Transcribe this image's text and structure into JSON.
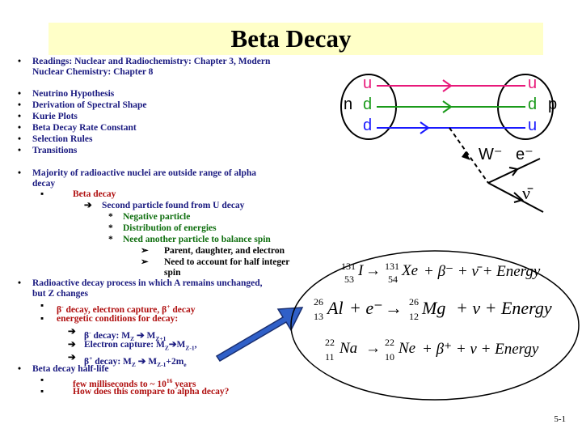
{
  "slide": {
    "title": "Beta Decay",
    "page_number": "5-1"
  },
  "bullets": {
    "b1": "Readings:  Nuclear and Radiochemistry:  Chapter 3, Modern",
    "b1b": "Nuclear Chemistry:  Chapter 8",
    "b2": "Neutrino Hypothesis",
    "b3": "Derivation of Spectral Shape",
    "b4": "Kurie Plots",
    "b5": "Beta Decay Rate Constant",
    "b6": "Selection Rules",
    "b7": "Transitions",
    "b8": "Majority of radioactive nuclei are outside range of alpha",
    "b8b": "decay",
    "s1": "Beta decay",
    "s2": "Second particle found from U decay",
    "s3": "Negative particle",
    "s4": "Distribution of energies",
    "s5": "Need another particle to balance spin",
    "s6": "Parent, daughter, and electron",
    "s7": "Need to account for half integer",
    "s7b": "spin",
    "b9": "Radioactive decay process in which A remains unchanged,",
    "b9b": "but Z changes",
    "s8a": "β",
    "s8b": "decay, electron capture,",
    "s8c": "β",
    "s8d": "decay",
    "s9": "energetic conditions for decay:",
    "s10a": "β",
    "s10b": "decay: M",
    "s10c": "M",
    "s11a": "Electron capture: M",
    "s11b": "M",
    "s12a": "β",
    "s12b": "decay: M",
    "s12c": "M",
    "s12d": "+2m",
    "b10": "Beta decay half-life",
    "s13a": "few milliseconds to ~ 10",
    "s13b": "years",
    "s14": "How does this compare to alpha decay?",
    "sub_z": "Z",
    "sub_z1p": "Z+1",
    "sub_z1m": "Z-1",
    "sub_e": "e",
    "sup_minus": "-",
    "sup_plus": "+",
    "sup_16": "16",
    "comma": ","
  },
  "diagram": {
    "q_left": [
      "u",
      "d",
      "d"
    ],
    "q_right": [
      "u",
      "d",
      "u"
    ],
    "n_label": "n",
    "p_label": "p",
    "w_label": "W⁻",
    "e_label": "e⁻",
    "nu_label": "ν̄"
  },
  "equations": {
    "e1": {
      "a_top": "131",
      "a_bot": "53",
      "el1": "I",
      "el2": "Xe",
      "b_top": "131",
      "b_bot": "54",
      "rest": "+ β⁻ + ν̄ + Energy"
    },
    "e2": {
      "a_top": "26",
      "a_bot": "13",
      "el1": "Al",
      "mid": "+ e⁻",
      "el2": "Mg",
      "b_top": "26",
      "b_bot": "12",
      "rest": "+ ν + Energy"
    },
    "e3": {
      "a_top": "22",
      "a_bot": "11",
      "el1": "Na",
      "el2": "Ne",
      "b_top": "22",
      "b_bot": "10",
      "rest": "+ β⁺ + ν + Energy"
    }
  },
  "colors": {
    "title_bg": "#ffffc8",
    "u_quark": "#e8197a",
    "d_quark": "#1a9a1a",
    "d_quark2": "#1a1aff",
    "arrow": "#3060c8"
  }
}
